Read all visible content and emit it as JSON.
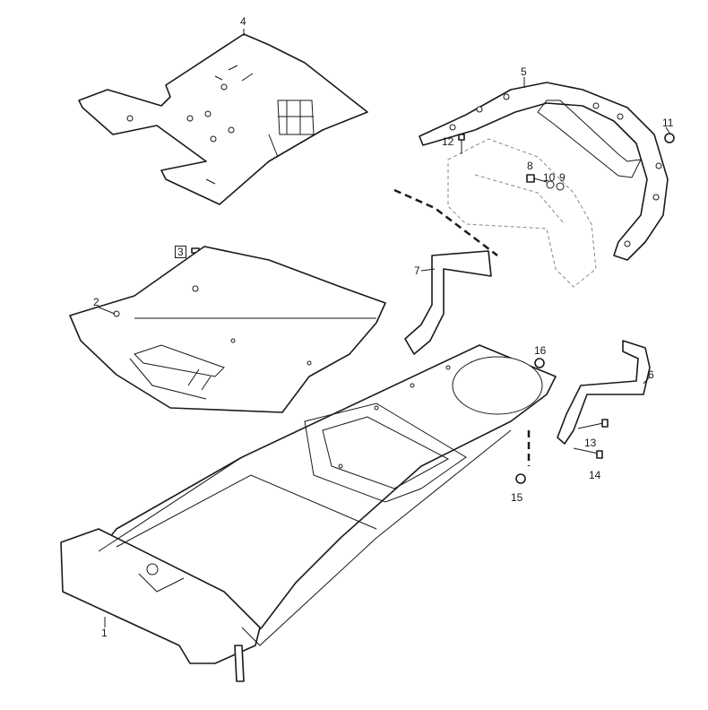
{
  "diagram": {
    "type": "exploded parts diagram",
    "callouts": {
      "c1": "1",
      "c2": "2",
      "c3": "3",
      "c4": "4",
      "c5": "5",
      "c6": "6",
      "c7": "7",
      "c8": "8",
      "c9": "9",
      "c10": "10",
      "c11": "11",
      "c12": "12",
      "c13": "13",
      "c14": "14",
      "c15": "15",
      "c16": "16"
    }
  }
}
